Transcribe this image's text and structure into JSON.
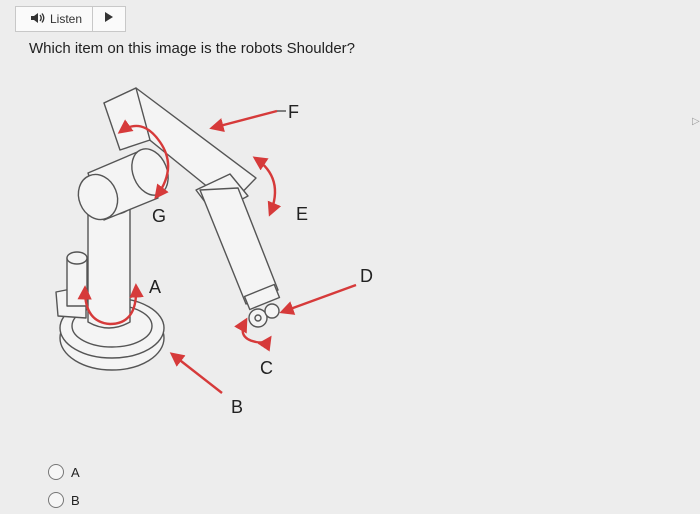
{
  "toolbar": {
    "listen_label": "Listen"
  },
  "question": {
    "text": "Which item on this image is the robots Shoulder?"
  },
  "figure": {
    "labels": {
      "A": "A",
      "B": "B",
      "C": "C",
      "D": "D",
      "E": "E",
      "F": "F",
      "G": "G"
    },
    "arrow_color": "#d63a3a"
  },
  "options": [
    {
      "label": "A",
      "selected": false
    },
    {
      "label": "B",
      "selected": false
    }
  ],
  "icons": {
    "speaker": "speaker-icon",
    "play": "play-icon"
  }
}
